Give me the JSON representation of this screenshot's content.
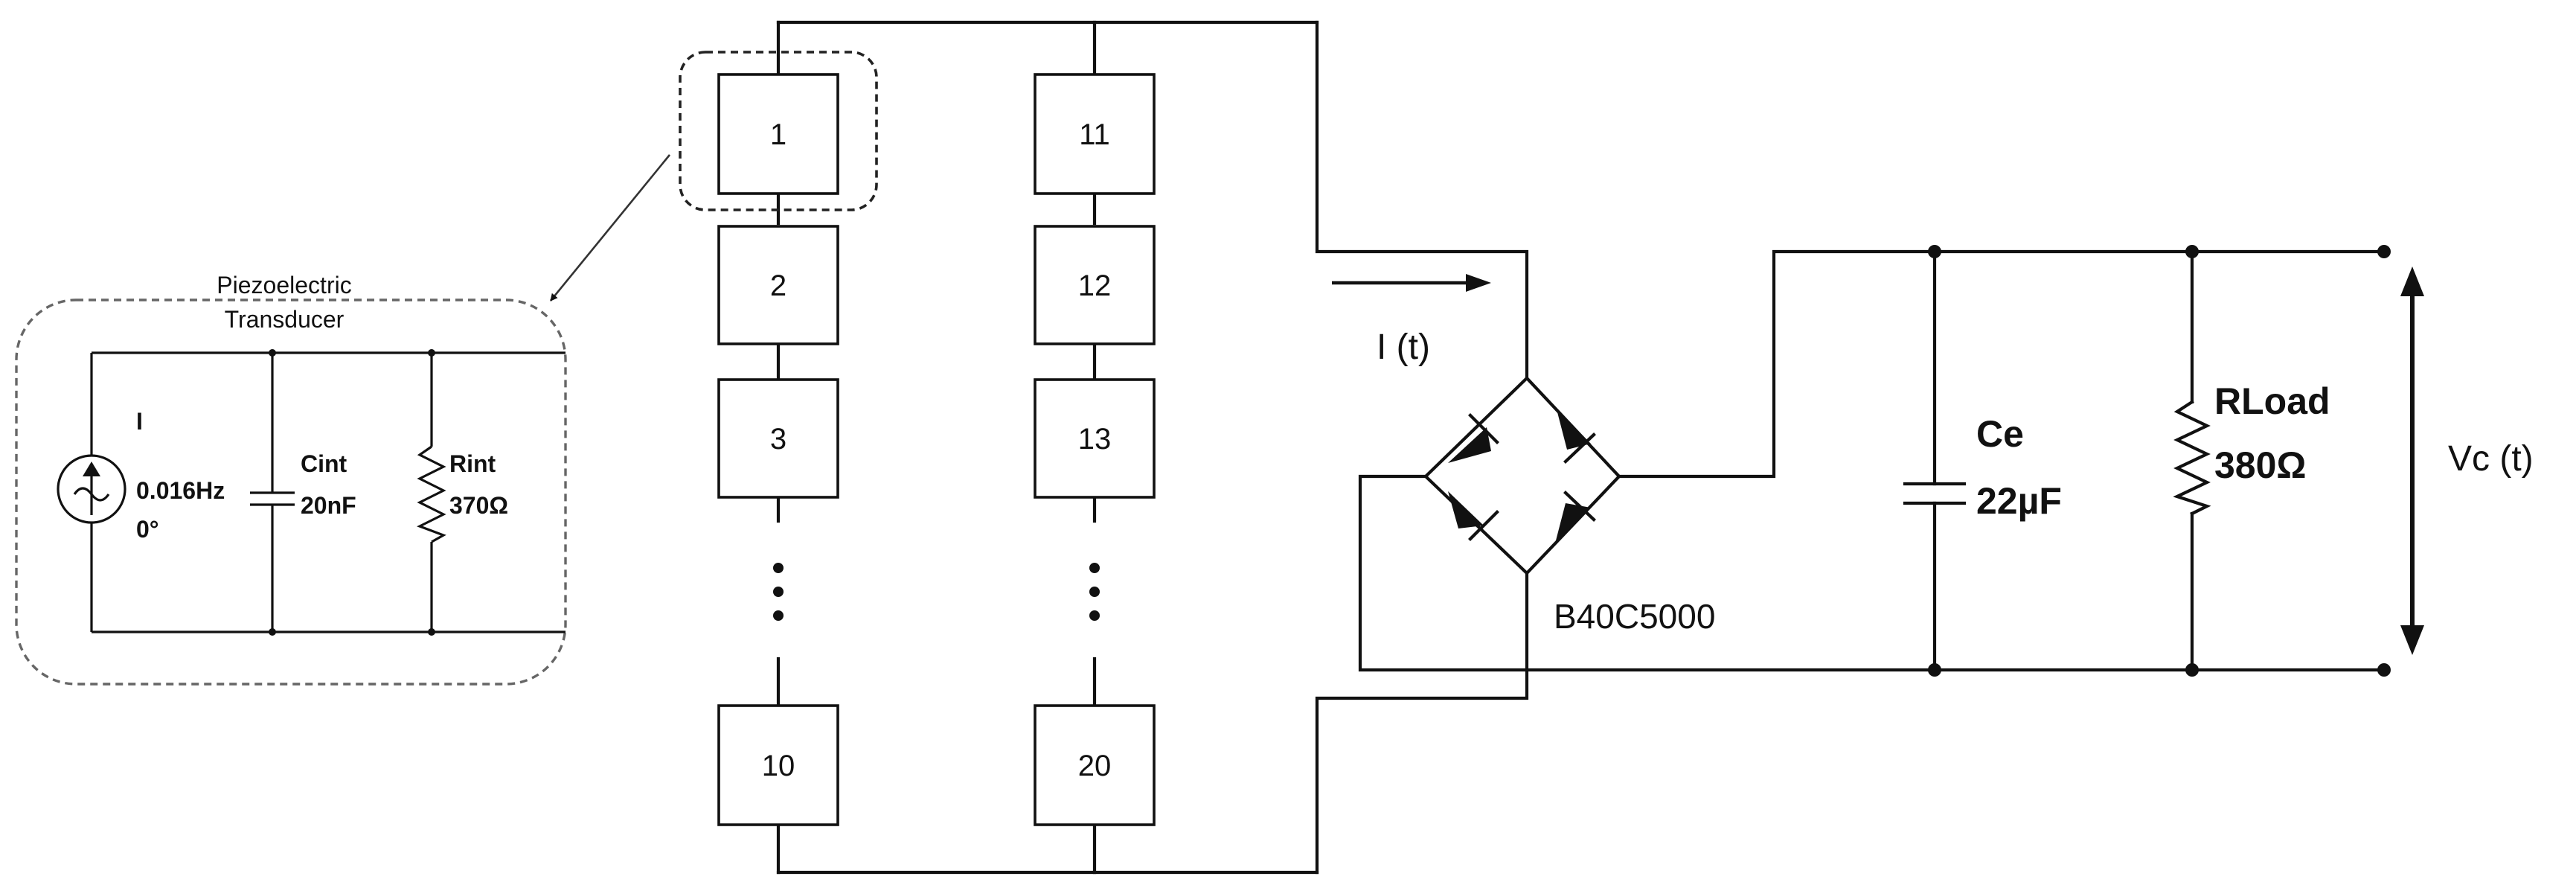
{
  "transducer": {
    "title_line1": "Piezoelectric",
    "title_line2": "Transducer",
    "source_label": "I",
    "source_freq": "0.016Hz",
    "source_phase": "0°",
    "cap_name": "Cint",
    "cap_value": "20nF",
    "res_name": "Rint",
    "res_value": "370Ω"
  },
  "array": {
    "left_column": [
      "1",
      "2",
      "3",
      "10"
    ],
    "right_column": [
      "11",
      "12",
      "13",
      "20"
    ]
  },
  "current_label": "I (t)",
  "bridge_label": "B40C5000",
  "capacitor": {
    "name": "Ce",
    "value": "22µF"
  },
  "load": {
    "name": "RLoad",
    "value": "380Ω"
  },
  "voltage_label": "Vc (t)",
  "colors": {
    "ink": "#111111",
    "dash_outline": "#666666",
    "background": "#ffffff"
  }
}
